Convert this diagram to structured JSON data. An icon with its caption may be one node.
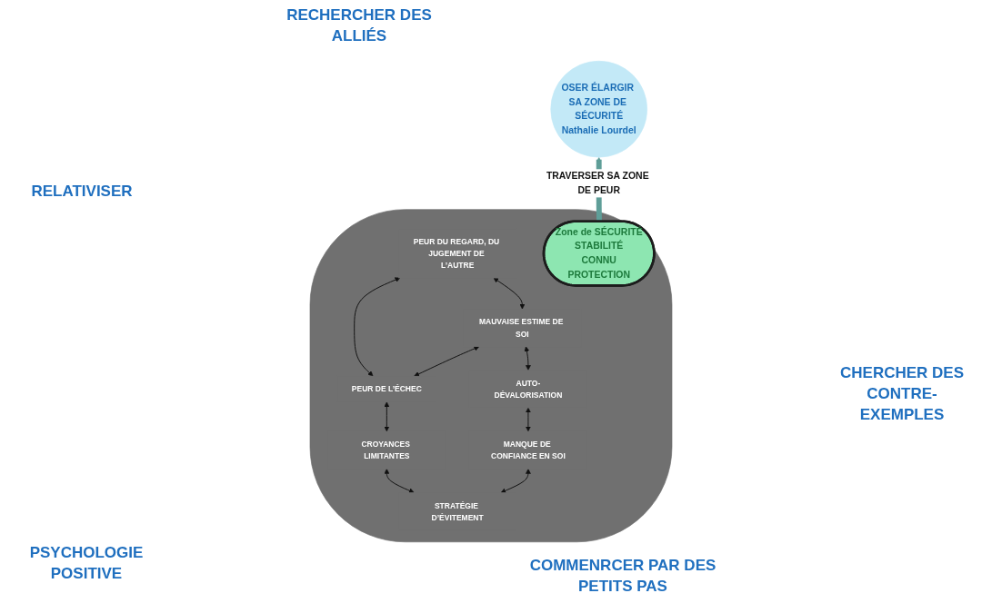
{
  "diagram": {
    "nodes": [
      {
        "text": [
          "OSER ÉLARGIR SA ZONE DE SÉCURITÉ",
          "Nathalie Lourdel"
        ]
      },
      {
        "text": [],
        "shape": "ellipse"
      },
      {
        "text": [
          "PEUR DU REGARD, DU JUGEMENT DE L’AUTRE"
        ],
        "in": 1
      },
      {
        "text": [
          "MAUVAISE ESTIME DE SOI"
        ],
        "in": 1
      },
      {
        "text": [
          "PEUR DE L’ÉCHEC"
        ],
        "in": 1
      },
      {
        "text": [
          "Zone de SÉCURITÉ",
          "STABILITÉ",
          "CONNU",
          "PROTECTION"
        ],
        "in": 1
      },
      {
        "text": [
          "CROYANCES LIMITANTES"
        ],
        "in": 1
      },
      {
        "text": [
          "AUTO-DÉVALORISATION"
        ],
        "in": 1
      },
      {
        "text": [
          "MANQUE DE CONFIANCE EN SOI"
        ],
        "in": 1
      },
      {
        "text": [
          "STRATÉGIE D’ÉVITEMENT"
        ],
        "in": 1
      }
    ],
    "edges": [
      {
        "from": 3,
        "to": 2,
        "arrow": "both"
      },
      {
        "from": 4,
        "to": 2,
        "arrow": "both"
      },
      {
        "from": 4,
        "to": 3,
        "arrow": "both"
      },
      {
        "from": 6,
        "to": 4,
        "arrow": "both"
      },
      {
        "from": 7,
        "to": 3,
        "arrow": "both"
      },
      {
        "from": 9,
        "to": 6,
        "arrow": "both"
      },
      {
        "from": 8,
        "to": 7,
        "arrow": "both"
      },
      {
        "from": 9,
        "to": 8,
        "arrow": "both"
      },
      {
        "from": 5,
        "to": 0,
        "arrow": "to",
        "label": "TRAVERSER SA ZONE DE PEUR",
        "style": "thick",
        "color": "#5f9e98"
      }
    ],
    "labels": [
      "RECHERCHER DES ALLIÉS",
      "RELATIVISER",
      "CHERCHER DES CONTRE-EXEMPLES",
      "PSYCHOLOGIE POSITIVE",
      "COMMENRCER PAR DES PETITS PAS"
    ]
  }
}
